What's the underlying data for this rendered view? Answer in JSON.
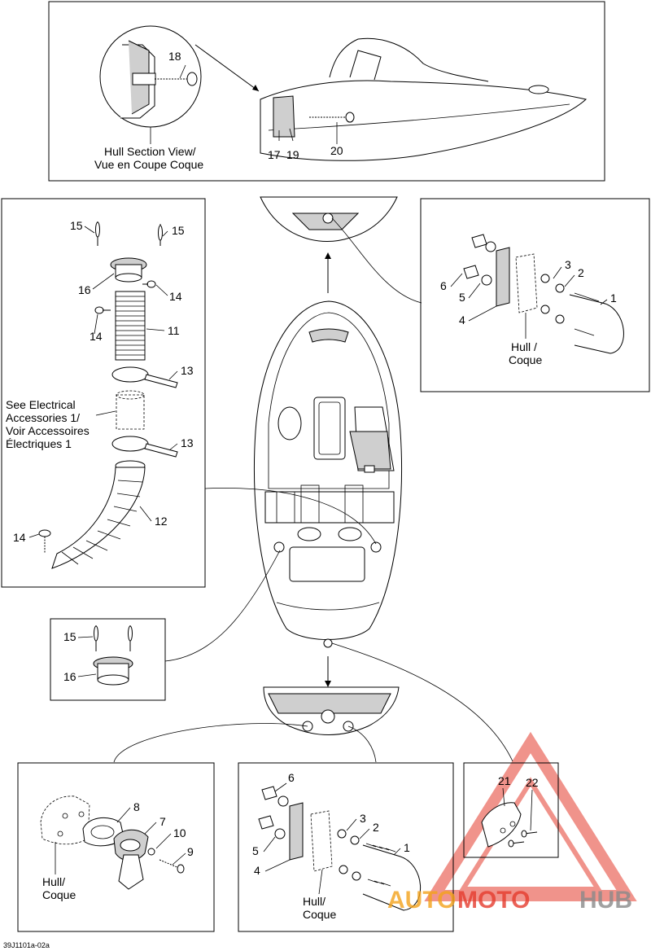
{
  "captions": {
    "hull_section": [
      "Hull Section View/",
      "Vue en Coupe Coque"
    ],
    "see_electrical": [
      "See Electrical",
      "Accessories 1/",
      "Voir Accessoires",
      "Électriques 1"
    ],
    "hull_coque_right": [
      "Hull /",
      "Coque"
    ],
    "hull_coque_bottom_left": [
      "Hull/",
      "Coque"
    ],
    "hull_coque_bottom_mid": [
      "Hull/",
      "Coque"
    ]
  },
  "callouts": {
    "top": {
      "n18": "18",
      "n17": "17",
      "n19": "19",
      "n20": "20"
    },
    "left": {
      "n15a": "15",
      "n15b": "15",
      "n16": "16",
      "n14a": "14",
      "n14b": "14",
      "n11": "11",
      "n13a": "13",
      "n13b": "13",
      "n12": "12",
      "n14c": "14"
    },
    "small_left": {
      "n15": "15",
      "n16": "16"
    },
    "right": {
      "n1": "1",
      "n2": "2",
      "n3": "3",
      "n4": "4",
      "n5": "5",
      "n6": "6"
    },
    "bottom_left": {
      "n8": "8",
      "n7": "7",
      "n10": "10",
      "n9": "9"
    },
    "bottom_mid": {
      "n6": "6",
      "n3": "3",
      "n2": "2",
      "n1": "1",
      "n5": "5",
      "n4": "4"
    },
    "bottom_right": {
      "n21": "21",
      "n22": "22"
    }
  },
  "figure_code": "39J1101a-02a",
  "watermark": {
    "part1": "AUTO",
    "part2": "MOTO",
    "part3": "HUB",
    "colors": {
      "red": "#e53c2e",
      "orange": "#f3a21b",
      "grey": "#8a8a8a"
    }
  }
}
